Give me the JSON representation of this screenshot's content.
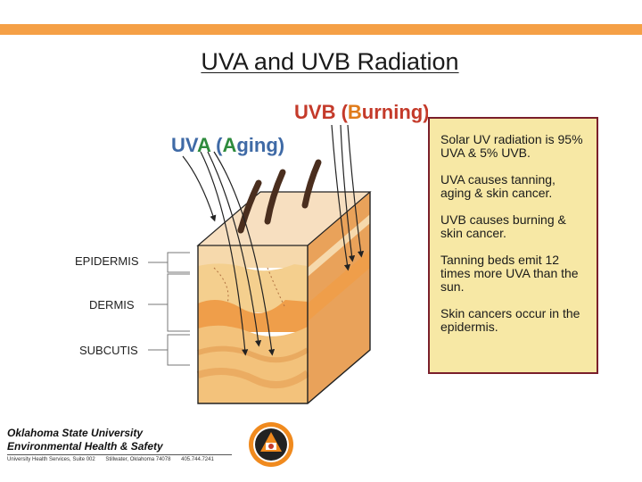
{
  "title": "UVA and UVB Radiation",
  "diagram": {
    "uva_label": {
      "prefix": "UV",
      "letter": "A",
      "paren_open": " (",
      "word_letter": "A",
      "word_rest": "ging",
      "paren_close": ")"
    },
    "uvb_label": {
      "prefix": "UV",
      "letter": "B",
      "paren_open": " (",
      "word_letter": "B",
      "word_rest": "urning",
      "paren_close": ")"
    },
    "layers": [
      "EPIDERMIS",
      "DERMIS",
      "SUBCUTIS"
    ],
    "colors": {
      "uva": "#3f6aa6",
      "uva_accent": "#2e8b3d",
      "uvb": "#c43a2a",
      "uvb_accent": "#e07b1a"
    }
  },
  "facts": [
    "Solar UV radiation is 95% UVA & 5% UVB.",
    "UVA causes tanning, aging & skin cancer.",
    "UVB causes burning & skin cancer.",
    "Tanning beds emit 12 times more UVA than the sun.",
    "Skin cancers occur in the epidermis."
  ],
  "footer": {
    "university": "Oklahoma State University",
    "department": "Environmental Health & Safety",
    "address": [
      "University Health Services, Suite 002",
      "Stillwater, Oklahoma 74078",
      "405.744.7241"
    ]
  },
  "colors": {
    "top_bar": "#f5a046",
    "box_fill": "#f7e8a5",
    "box_border": "#7a1f2b"
  }
}
